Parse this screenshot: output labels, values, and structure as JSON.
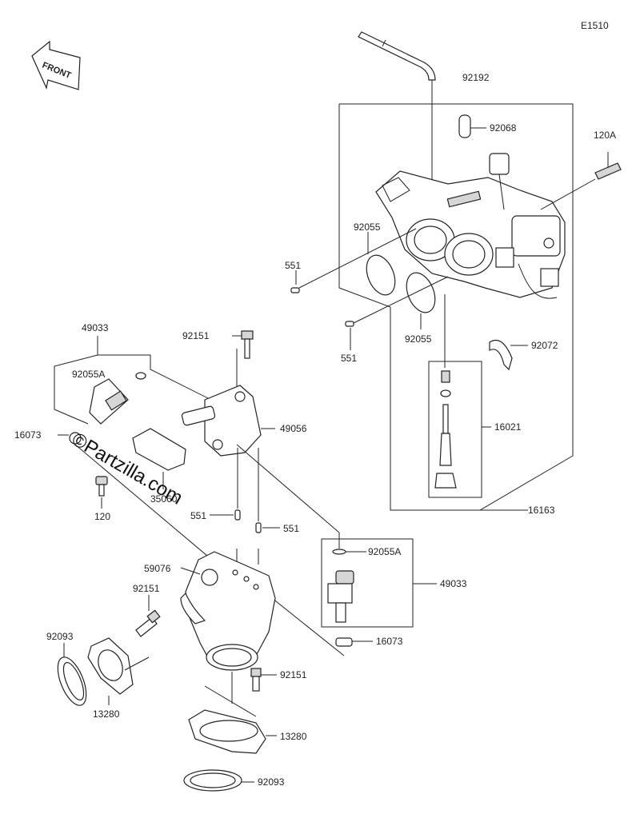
{
  "diagram_code": "E1510",
  "front_arrow": "FRONT",
  "watermark": "©Partzilla.com",
  "labels": {
    "p92192": "92192",
    "p92068": "92068",
    "p120A": "120A",
    "p92055_top": "92055",
    "p551_a": "551",
    "p92055_b": "92055",
    "p551_b": "551",
    "p92072": "92072",
    "p49033_top": "49033",
    "p92055A_top": "92055A",
    "p92151_a": "92151",
    "p16073_left": "16073",
    "p49056": "49056",
    "p16021": "16021",
    "p35060": "35060",
    "p120": "120",
    "p551_c": "551",
    "p551_d": "551",
    "p16163": "16163",
    "p59076": "59076",
    "p92055A_bot": "92055A",
    "p49033_bot": "49033",
    "p92151_b": "92151",
    "p92093_left": "92093",
    "p16073_bot": "16073",
    "p13280_left": "13280",
    "p92151_c": "92151",
    "p13280_bot": "13280",
    "p92093_bot": "92093"
  }
}
